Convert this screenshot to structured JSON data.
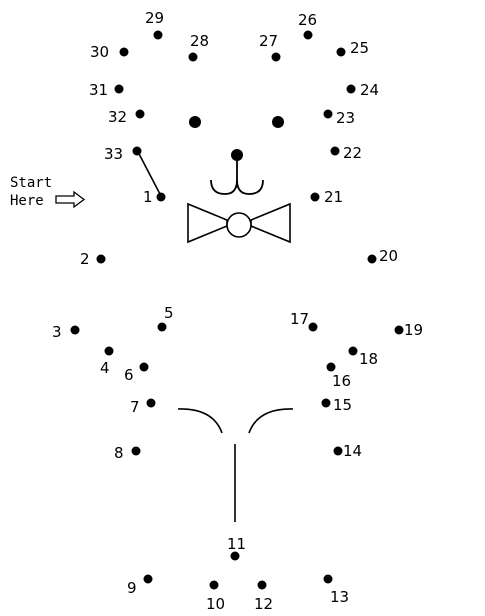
{
  "start": {
    "line1": "Start",
    "line2": "Here"
  },
  "dots": [
    {
      "n": "1"
    },
    {
      "n": "2"
    },
    {
      "n": "3"
    },
    {
      "n": "4"
    },
    {
      "n": "5"
    },
    {
      "n": "6"
    },
    {
      "n": "7"
    },
    {
      "n": "8"
    },
    {
      "n": "9"
    },
    {
      "n": "10"
    },
    {
      "n": "11"
    },
    {
      "n": "12"
    },
    {
      "n": "13"
    },
    {
      "n": "14"
    },
    {
      "n": "15"
    },
    {
      "n": "16"
    },
    {
      "n": "17"
    },
    {
      "n": "18"
    },
    {
      "n": "19"
    },
    {
      "n": "20"
    },
    {
      "n": "21"
    },
    {
      "n": "22"
    },
    {
      "n": "23"
    },
    {
      "n": "24"
    },
    {
      "n": "25"
    },
    {
      "n": "26"
    },
    {
      "n": "27"
    },
    {
      "n": "28"
    },
    {
      "n": "29"
    },
    {
      "n": "30"
    },
    {
      "n": "31"
    },
    {
      "n": "32"
    },
    {
      "n": "33"
    }
  ],
  "colors": {
    "ink": "#000000",
    "paper": "#ffffff"
  }
}
